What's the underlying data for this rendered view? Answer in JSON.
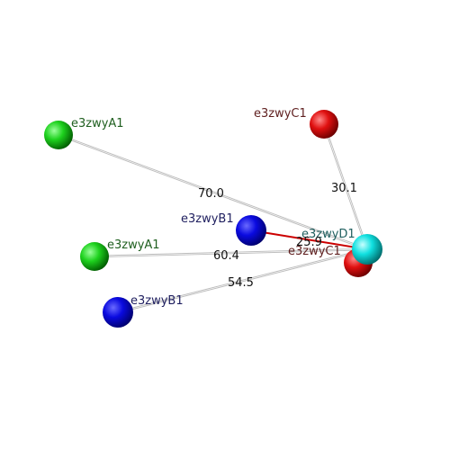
{
  "atoms": [
    {
      "id": "a1",
      "label": "e3zwyA1",
      "color": "#00cc00",
      "label_color": "#1f5f1f"
    },
    {
      "id": "a2",
      "label": "e3zwyA1",
      "color": "#00cc00",
      "label_color": "#1f5f1f"
    },
    {
      "id": "b1",
      "label": "e3zwyB1",
      "color": "#0000cc",
      "label_color": "#1f1f5f"
    },
    {
      "id": "b2",
      "label": "e3zwyB1",
      "color": "#0000cc",
      "label_color": "#1f1f5f"
    },
    {
      "id": "c1",
      "label": "e3zwyC1",
      "color": "#cc0000",
      "label_color": "#5f1f1f"
    },
    {
      "id": "c2",
      "label": "e3zwyC1",
      "color": "#cc0000",
      "label_color": "#5f1f1f"
    },
    {
      "id": "d1",
      "label": "e3zwyD1",
      "color": "#00dddd",
      "label_color": "#1f5f5f"
    }
  ],
  "bonds": [
    {
      "from": "a1",
      "to": "d1",
      "distance": "70.0"
    },
    {
      "from": "a2",
      "to": "d1",
      "distance": "60.4"
    },
    {
      "from": "b2",
      "to": "d1",
      "distance": "54.5"
    },
    {
      "from": "c1",
      "to": "d1",
      "distance": "30.1"
    },
    {
      "from": "b1",
      "to": "d1",
      "distance": "25.9",
      "highlight": "#cc0000"
    }
  ]
}
